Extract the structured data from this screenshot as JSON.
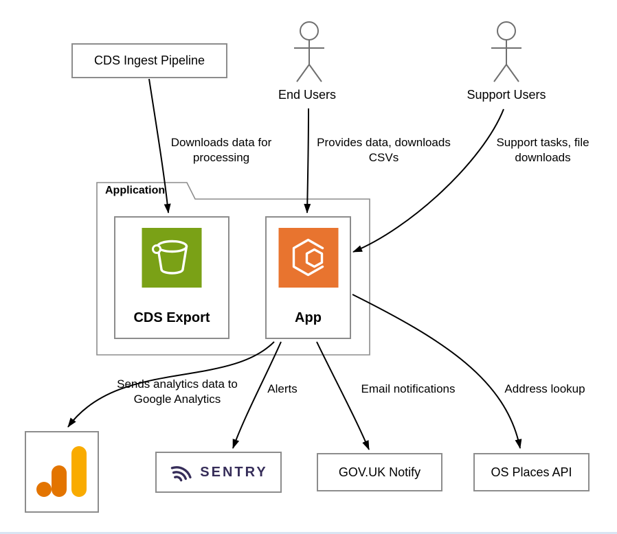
{
  "nodes": {
    "cds_ingest_pipeline": {
      "label": "CDS Ingest Pipeline"
    },
    "end_users": {
      "label": "End Users",
      "icon": "person-actor-icon"
    },
    "support_users": {
      "label": "Support Users",
      "icon": "person-actor-icon"
    },
    "application_boundary": {
      "label": "Application"
    },
    "cds_export": {
      "label": "CDS Export",
      "icon": "aws-s3-bucket-icon"
    },
    "app": {
      "label": "App",
      "icon": "aws-ecs-container-icon"
    },
    "google_analytics": {
      "icon": "google-analytics-icon"
    },
    "sentry": {
      "label": "SENTRY",
      "icon": "sentry-ripple-icon"
    },
    "govuk_notify": {
      "label": "GOV.UK Notify"
    },
    "os_places_api": {
      "label": "OS Places API"
    }
  },
  "edges": {
    "ingest_to_cds_export": {
      "label": "Downloads data for\nprocessing"
    },
    "end_users_to_app": {
      "label": "Provides data, downloads\nCSVs"
    },
    "support_users_to_app": {
      "label": "Support tasks, file\ndownloads"
    },
    "app_to_google_analytics": {
      "label": "Sends analytics data to\nGoogle Analytics"
    },
    "app_to_sentry": {
      "label": "Alerts"
    },
    "app_to_govuk_notify": {
      "label": "Email notifications"
    },
    "app_to_os_places": {
      "label": "Address lookup"
    }
  },
  "colors": {
    "s3_green": "#7AA116",
    "ecs_orange": "#E8742F",
    "sentry_purple": "#362D59",
    "ga_amber": "#F9AB00",
    "ga_orange": "#E37400",
    "arrow_black": "#000000",
    "border_gray": "#8C8C8C",
    "actor_gray": "#6F6F6F"
  }
}
